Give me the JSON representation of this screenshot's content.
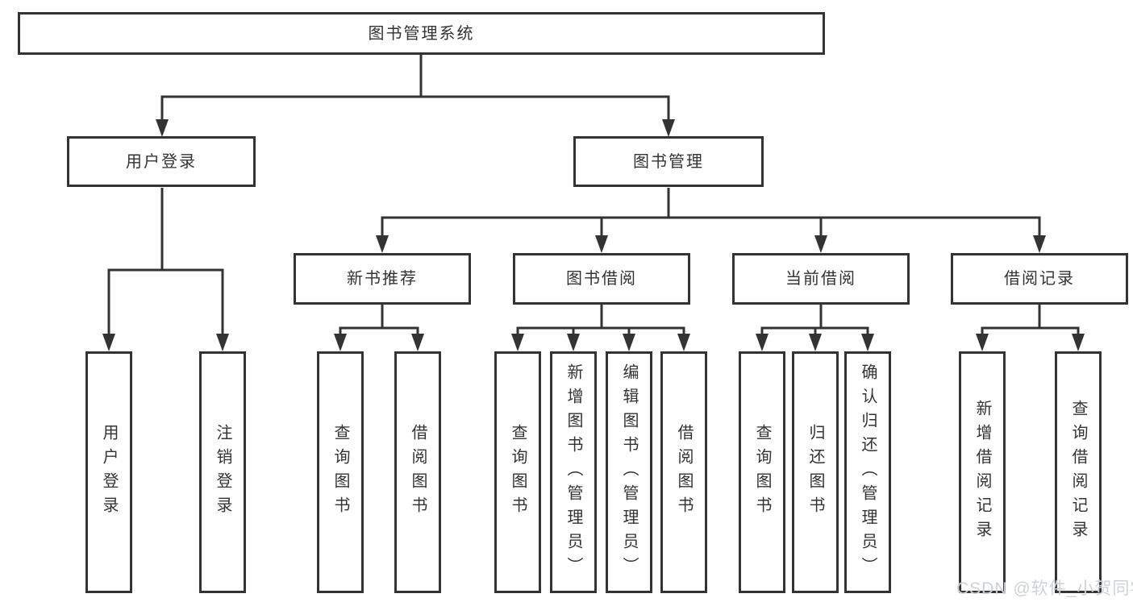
{
  "nodes": {
    "root": "图书管理系统",
    "user_login": "用户登录",
    "book_mgmt": "图书管理",
    "new_books": "新书推荐",
    "book_borrow": "图书借阅",
    "current_borrow": "当前借阅",
    "borrow_records": "借阅记录",
    "leaf_user_login": "用户登录",
    "leaf_logout": "注销登录",
    "nb_query": "查询图书",
    "nb_borrow": "借阅图书",
    "bb_query": "查询图书",
    "bb_add": "新增图书（管理员）",
    "bb_edit": "编辑图书（管理员）",
    "bb_borrow": "借阅图书",
    "cb_query": "查询图书",
    "cb_return": "归还图书",
    "cb_confirm": "确认归还（管理员）",
    "br_add": "新增借阅记录",
    "br_query": "查询借阅记录"
  },
  "hierarchy": {
    "图书管理系统": {
      "用户登录": [
        "用户登录",
        "注销登录"
      ],
      "图书管理": {
        "新书推荐": [
          "查询图书",
          "借阅图书"
        ],
        "图书借阅": [
          "查询图书",
          "新增图书（管理员）",
          "编辑图书（管理员）",
          "借阅图书"
        ],
        "当前借阅": [
          "查询图书",
          "归还图书",
          "确认归还（管理员）"
        ],
        "借阅记录": [
          "新增借阅记录",
          "查询借阅记录"
        ]
      }
    }
  },
  "watermark": "CSDN @软件_小贺同学",
  "colors": {
    "line": "#333333",
    "box_border": "#333333",
    "box_background": "#ffffff",
    "page_background": "#ffffff",
    "watermark_text": "#cbcfd3"
  }
}
